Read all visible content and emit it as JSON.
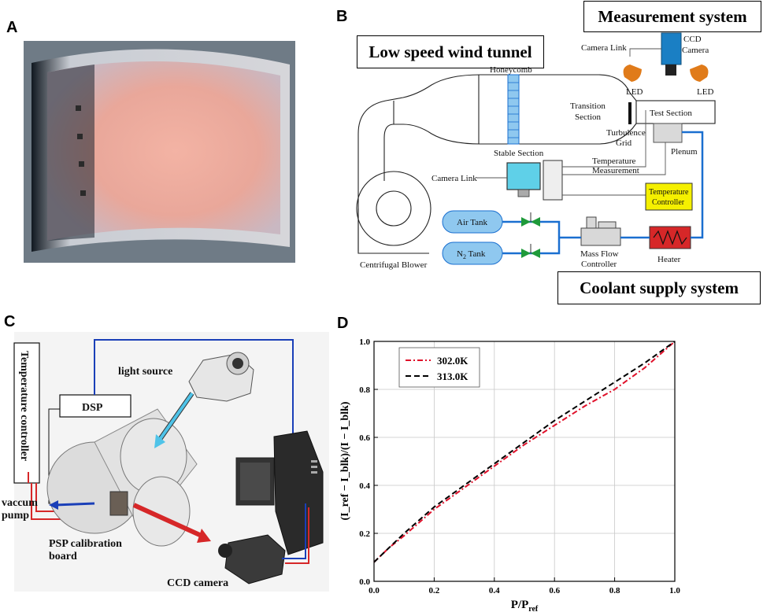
{
  "panels": {
    "a": "A",
    "b": "B",
    "c": "C",
    "d": "D"
  },
  "panel_b": {
    "measurement_system": "Measurement system",
    "low_speed_wind_tunnel": "Low speed wind tunnel",
    "coolant_supply_system": "Coolant supply system",
    "ccd_camera_1": "CCD",
    "ccd_camera_2": "Camera",
    "camera_link_top": "Camera Link",
    "led_left": "LED",
    "led_right": "LED",
    "honeycomb": "Honeycomb",
    "transition_1": "Transition",
    "transition_2": "Section",
    "test_section": "Test Section",
    "turbulence_1": "Turbulence",
    "turbulence_2": "Grid",
    "stable_section": "Stable Section",
    "plenum": "Plenum",
    "temperature_1": "Temperature",
    "temperature_2": "Measurement",
    "camera_link_mid": "Camera Link",
    "temp_controller_1": "Temperature",
    "temp_controller_2": "Controller",
    "air_tank": "Air Tank",
    "n2_tank_main": "N",
    "n2_tank_sub": "2",
    "n2_tank_rest": " Tank",
    "mass_flow_1": "Mass Flow",
    "mass_flow_2": "Controller",
    "heater": "Heater",
    "centrifugal_blower": "Centrifugal Blower"
  },
  "panel_c": {
    "temperature_controller": "Temperature controller",
    "dsp": "DSP",
    "light_source": "light source",
    "vaccum_1": "vaccum",
    "vaccum_2": "pump",
    "psp_1": "PSP calibration",
    "psp_2": "board",
    "ccd_camera": "CCD camera"
  },
  "colors": {
    "ccd_blue": "#1a7fc4",
    "led_orange": "#e07b1a",
    "tank_blue": "#8fc8ef",
    "pipe_blue": "#1a6fd0",
    "valve_green": "#1f9a3a",
    "temp_yellow": "#f5f000",
    "heater_red": "#d62728",
    "series_302": "#e0102a",
    "series_313": "#000000"
  },
  "chart_data": {
    "type": "line",
    "title": "",
    "xlabel_main": "P/P",
    "xlabel_sub": "ref",
    "ylabel": "(I_ref − I_blk)/(I − I_blk)",
    "xlim": [
      0.0,
      1.0
    ],
    "ylim": [
      0.0,
      1.0
    ],
    "xticks": [
      "0.0",
      "0.2",
      "0.4",
      "0.6",
      "0.8",
      "1.0"
    ],
    "yticks": [
      "0.0",
      "0.2",
      "0.4",
      "0.6",
      "0.8",
      "1.0"
    ],
    "grid": true,
    "legend_position": "top-left",
    "series": [
      {
        "name": "302.0K",
        "style": "dashdot",
        "x": [
          0.0,
          0.05,
          0.1,
          0.2,
          0.3,
          0.4,
          0.5,
          0.6,
          0.7,
          0.8,
          0.9,
          1.0
        ],
        "y": [
          0.08,
          0.14,
          0.19,
          0.3,
          0.39,
          0.48,
          0.57,
          0.65,
          0.73,
          0.8,
          0.89,
          1.0
        ]
      },
      {
        "name": "313.0K",
        "style": "dashed",
        "x": [
          0.0,
          0.05,
          0.1,
          0.2,
          0.3,
          0.4,
          0.5,
          0.6,
          0.7,
          0.8,
          0.9,
          1.0
        ],
        "y": [
          0.08,
          0.14,
          0.2,
          0.31,
          0.4,
          0.49,
          0.58,
          0.67,
          0.75,
          0.83,
          0.91,
          1.0
        ]
      }
    ]
  }
}
